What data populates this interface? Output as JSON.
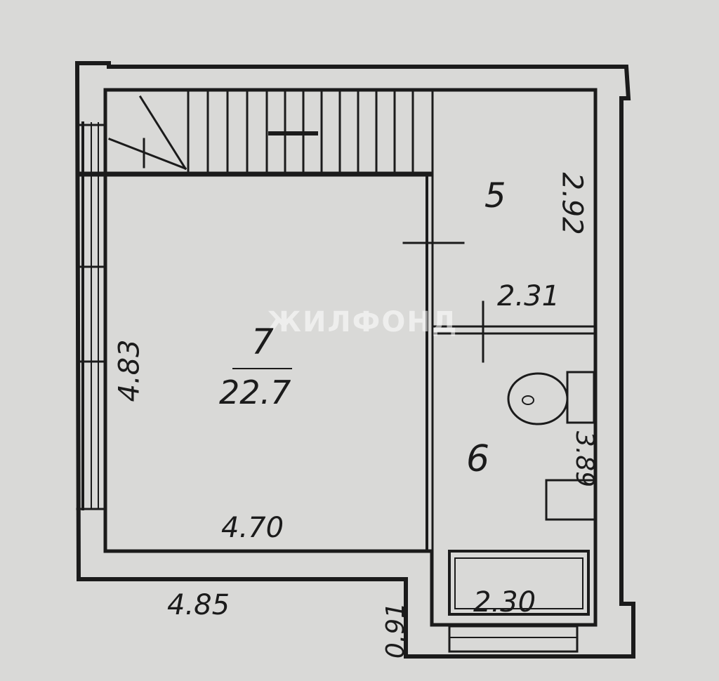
{
  "plan": {
    "rooms": [
      {
        "id": "7",
        "number": "7",
        "area": "22.7"
      },
      {
        "id": "5",
        "number": "5"
      },
      {
        "id": "6",
        "number": "6"
      }
    ],
    "dimensions": {
      "top_width_5": "2.31",
      "height_5": "2.92",
      "left_height": "4.83",
      "bottom_width_7": "4.70",
      "outer_width": "4.85",
      "small_depth": "0.91",
      "bath_width": "2.30",
      "height_6": "3.89"
    },
    "watermark": "ЖИЛФОНД"
  },
  "colors": {
    "paper": "#d9d9d7",
    "ink": "#1b1b1b",
    "watermark": "#ffffff"
  }
}
